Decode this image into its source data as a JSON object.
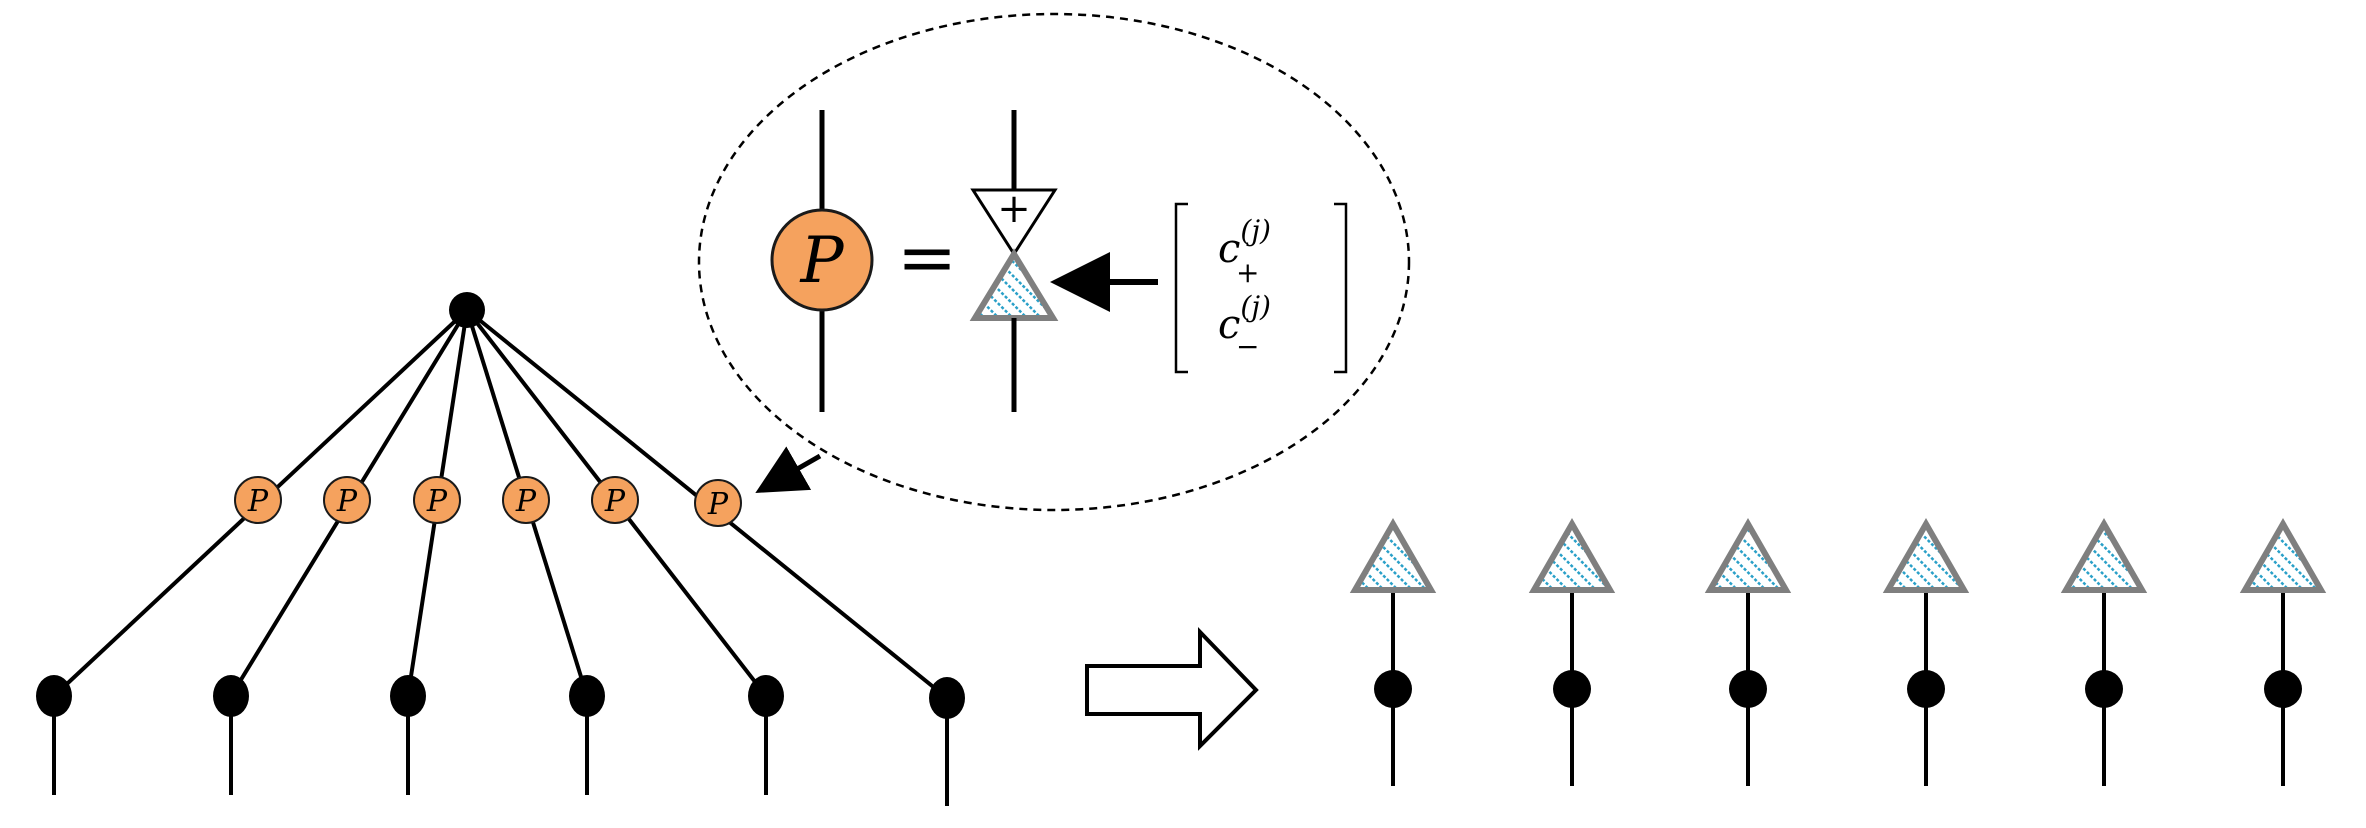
{
  "colors": {
    "node": "#000000",
    "p_fill": "#f5a25e",
    "p_stroke": "#1a1a1a",
    "triangle_stroke": "#7f7f7f",
    "hatch": "#2aa0c8",
    "dashed": "#000000"
  },
  "left_tree": {
    "p_label": "P",
    "p_count": 6,
    "leaf_count": 6
  },
  "inset": {
    "p_label": "P",
    "equals": "=",
    "plus_sign": "+",
    "vector_top": "c",
    "vector_top_sup": "(j)",
    "vector_top_sub": "+",
    "vector_bottom": "c",
    "vector_bottom_sup": "(j)",
    "vector_bottom_sub": "−"
  },
  "right_chain": {
    "site_count": 6
  }
}
